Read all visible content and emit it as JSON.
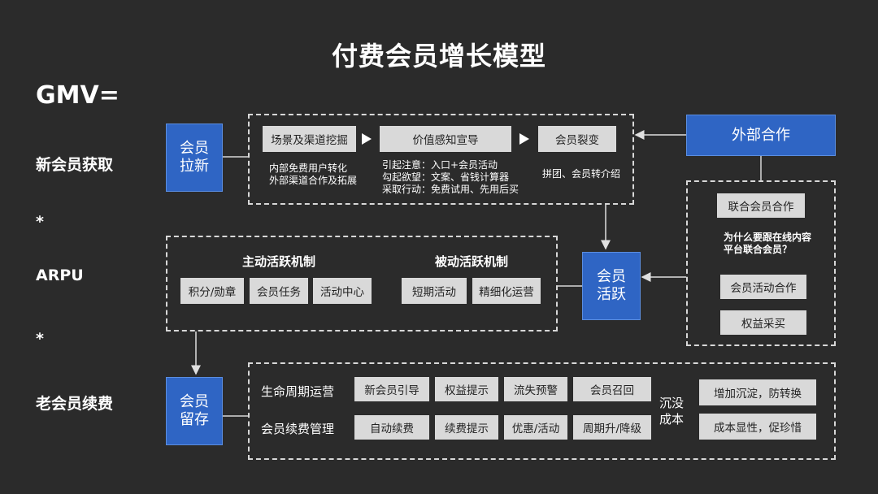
{
  "title": "付费会员增长模型",
  "left": {
    "gmv": "GMV=",
    "new_member": "新会员获取",
    "times1": "*",
    "arpu": "ARPU",
    "times2": "*",
    "renewal": "老会员续费"
  },
  "blocks": {
    "acquire": "会员\n拉新",
    "active": "会员\n活跃",
    "retain": "会员\n留存",
    "external": "外部合作"
  },
  "acquire_flow": {
    "step1": "场景及渠道挖掘",
    "step1_notes": [
      "内部免费用户转化",
      "外部渠道合作及拓展"
    ],
    "step2": "价值感知宣导",
    "step2_notes": [
      "引起注意：入口+会员活动",
      "勾起欲望：文案、省钱计算器",
      "采取行动：免费试用、先用后买"
    ],
    "step3": "会员裂变",
    "step3_notes": [
      "拼团、会员转介绍"
    ]
  },
  "active_mech": {
    "proactive_title": "主动活跃机制",
    "proactive_items": [
      "积分/勋章",
      "会员任务",
      "活动中心"
    ],
    "passive_title": "被动活跃机制",
    "passive_items": [
      "短期活动",
      "精细化运营"
    ]
  },
  "external_items": {
    "joint": "联合会员合作",
    "question": "为什么要跟在线内容\n平台联合会员？",
    "activity": "会员活动合作",
    "purchase": "权益采买"
  },
  "retention": {
    "lifecycle_title": "生命周期运营",
    "lifecycle_items": [
      "新会员引导",
      "权益提示",
      "流失预警",
      "会员召回"
    ],
    "renewal_title": "会员续费管理",
    "renewal_items": [
      "自动续费",
      "续费提示",
      "优惠/活动",
      "周期升/降级"
    ],
    "sunk_cost": "沉没\n成本",
    "outcomes": [
      "增加沉淀，防转换",
      "成本显性，促珍惜"
    ]
  }
}
